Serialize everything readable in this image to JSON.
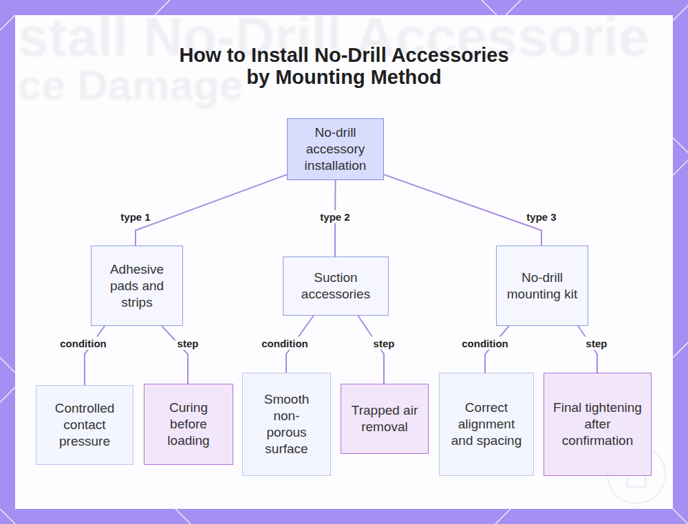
{
  "diagram": {
    "title": "How to Install No-Drill Accessories by Mounting Method",
    "nodes": [
      {
        "text": [
          "No-drill accessory installation"
        ]
      },
      {
        "text": [
          "Adhesive pads and strips"
        ]
      },
      {
        "text": [
          "Suction accessories"
        ]
      },
      {
        "text": [
          "No-drill mounting kit"
        ]
      },
      {
        "text": [
          "Controlled contact pressure"
        ]
      },
      {
        "text": [
          "Curing before loading"
        ]
      },
      {
        "text": [
          "Smooth non-porous surface"
        ]
      },
      {
        "text": [
          "Trapped air removal"
        ]
      },
      {
        "text": [
          "Correct alignment and spacing"
        ]
      },
      {
        "text": [
          "Final tightening after confirmation"
        ]
      }
    ],
    "edges": [
      {
        "from": 0,
        "to": 1,
        "label": "type 1",
        "arrow": "none"
      },
      {
        "from": 0,
        "to": 2,
        "label": "type 2",
        "arrow": "none"
      },
      {
        "from": 0,
        "to": 3,
        "label": "type 3",
        "arrow": "none"
      },
      {
        "from": 1,
        "to": 4,
        "label": "condition",
        "arrow": "none"
      },
      {
        "from": 1,
        "to": 5,
        "label": "step",
        "arrow": "none"
      },
      {
        "from": 2,
        "to": 6,
        "label": "condition",
        "arrow": "none"
      },
      {
        "from": 2,
        "to": 7,
        "label": "step",
        "arrow": "none"
      },
      {
        "from": 3,
        "to": 8,
        "label": "condition",
        "arrow": "none"
      },
      {
        "from": 3,
        "to": 9,
        "label": "step",
        "arrow": "none"
      }
    ],
    "labels": [
      "stall No-Drill Accessorie",
      "ce Damage"
    ]
  }
}
